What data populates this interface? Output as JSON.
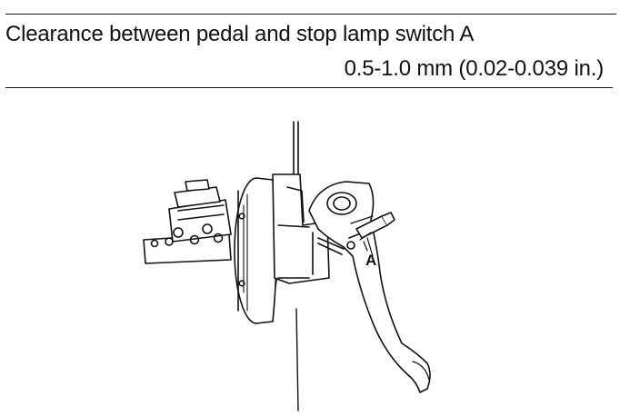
{
  "spec": {
    "heading": "Clearance between pedal and stop lamp switch A",
    "value": "0.5-1.0 mm (0.02-0.039 in.)"
  },
  "figure": {
    "callout_label": "A",
    "icon": "brake-pedal-assembly-illustration"
  }
}
